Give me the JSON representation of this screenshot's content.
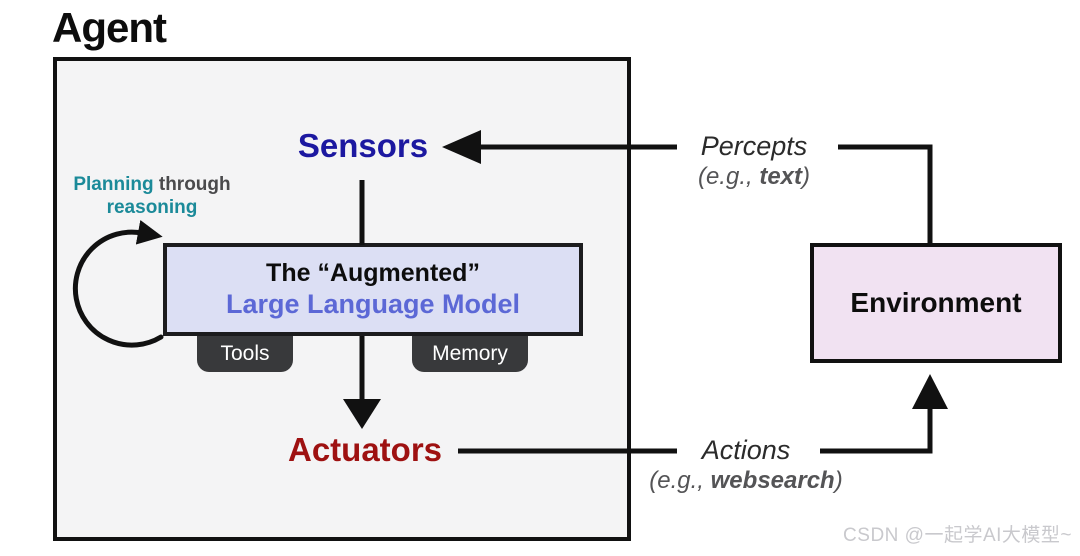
{
  "title": "Agent",
  "agent": {
    "sensors": "Sensors",
    "actuators": "Actuators",
    "planning": {
      "highlight1": "Planning",
      "plain": "through",
      "highlight2": "reasoning"
    },
    "llm": {
      "line1": "The “Augmented”",
      "line2": "Large Language Model"
    },
    "tabs": [
      {
        "label": "Tools"
      },
      {
        "label": "Memory"
      }
    ]
  },
  "environment": {
    "label": "Environment"
  },
  "labels": {
    "percepts": {
      "title": "Percepts",
      "example_prefix": "(e.g., ",
      "example_emphasis": "text",
      "example_suffix": ")"
    },
    "actions": {
      "title": "Actions",
      "example_prefix": "(e.g., ",
      "example_emphasis": "websearch",
      "example_suffix": ")"
    }
  },
  "watermark": "CSDN @一起学AI大模型~",
  "colors": {
    "sensors_text": "#1c18a0",
    "actuators_text": "#9e1111",
    "planning_teal": "#1b8a99",
    "planning_gray": "#4a4a4c",
    "llm_fill": "#dcdff4",
    "llm_accent_text": "#5c68d6",
    "tab_fill": "#38393b",
    "environment_fill": "#f1e2f2",
    "agent_box_fill": "#f4f4f5",
    "line": "#111111",
    "watermark_text": "#c9c9cd"
  }
}
